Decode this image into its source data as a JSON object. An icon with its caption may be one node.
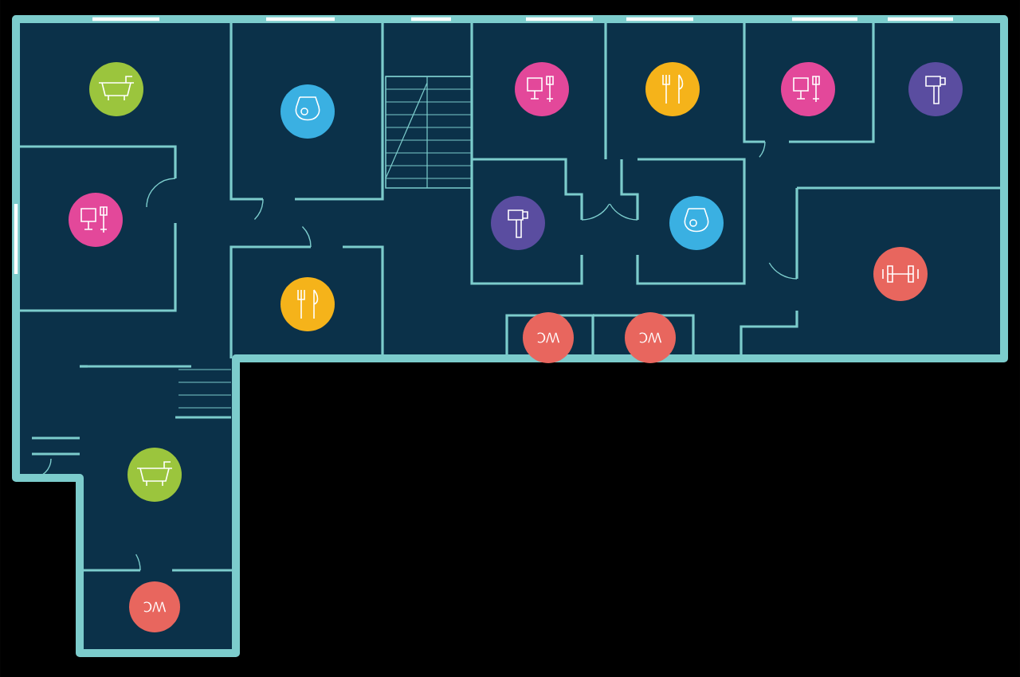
{
  "diagram": {
    "labels": [
      "WC",
      "WC",
      "WC"
    ]
  }
}
